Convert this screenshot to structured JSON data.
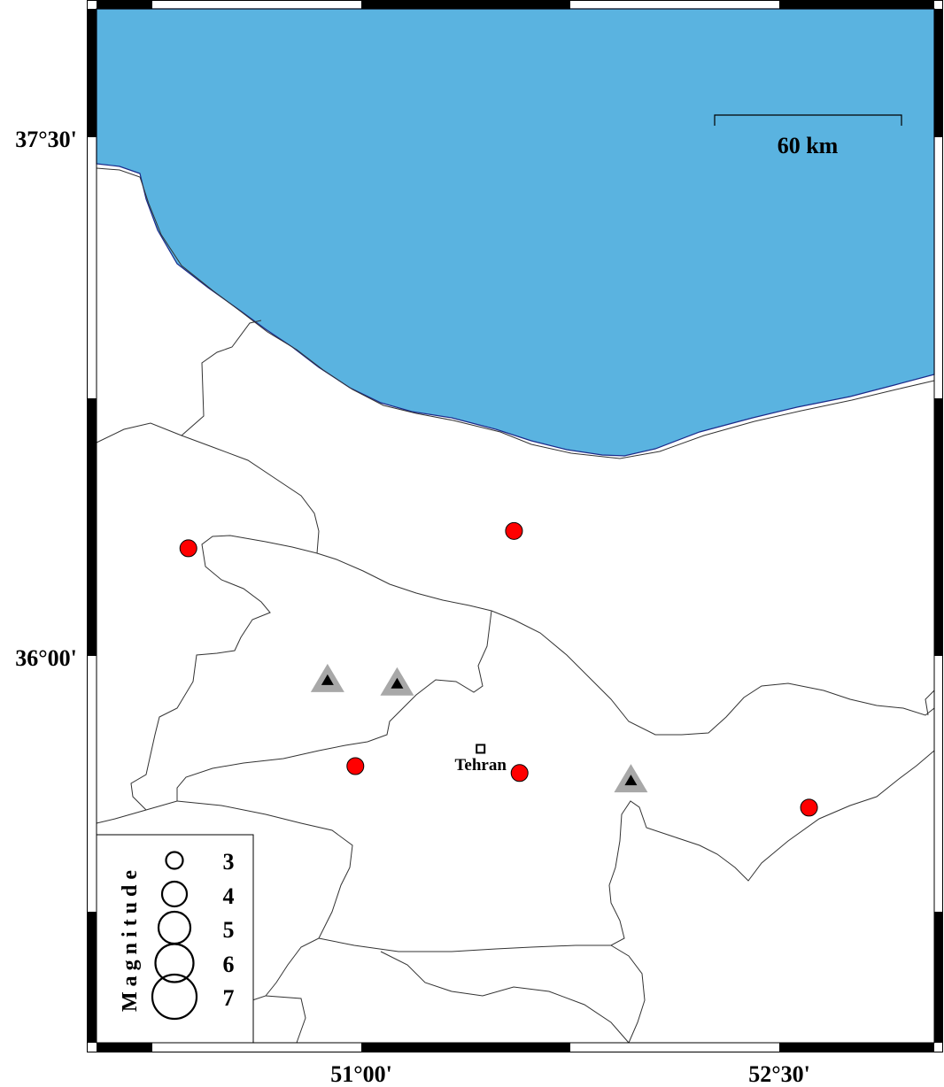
{
  "map": {
    "extent": {
      "lon_min": 50.05,
      "lon_max": 53.06,
      "lat_min": 34.88,
      "lat_max": 37.87
    },
    "lat_ticks": [
      {
        "value": 37.5,
        "label": "37°30'"
      },
      {
        "value": 36.0,
        "label": "36°00'"
      }
    ],
    "lon_ticks": [
      {
        "value": 51.0,
        "label": "51°00'"
      },
      {
        "value": 52.5,
        "label": "52°30'"
      }
    ],
    "sea_color": "#5ab3e0",
    "scale_bar": {
      "label": "60 km"
    },
    "city": {
      "name": "Tehran",
      "lon": 51.43,
      "lat": 35.73
    },
    "earthquakes": [
      {
        "lon": 50.38,
        "lat": 36.31
      },
      {
        "lon": 51.55,
        "lat": 36.36
      },
      {
        "lon": 50.98,
        "lat": 35.68
      },
      {
        "lon": 51.57,
        "lat": 35.66
      },
      {
        "lon": 52.61,
        "lat": 35.56
      }
    ],
    "event_color": "#ff0000",
    "stations": [
      {
        "lon": 50.88,
        "lat": 35.93
      },
      {
        "lon": 51.13,
        "lat": 35.92
      },
      {
        "lon": 51.97,
        "lat": 35.64
      }
    ]
  },
  "legend": {
    "title": "Magnitude",
    "items": [
      {
        "label": "3"
      },
      {
        "label": "4"
      },
      {
        "label": "5"
      },
      {
        "label": "6"
      },
      {
        "label": "7"
      }
    ]
  }
}
